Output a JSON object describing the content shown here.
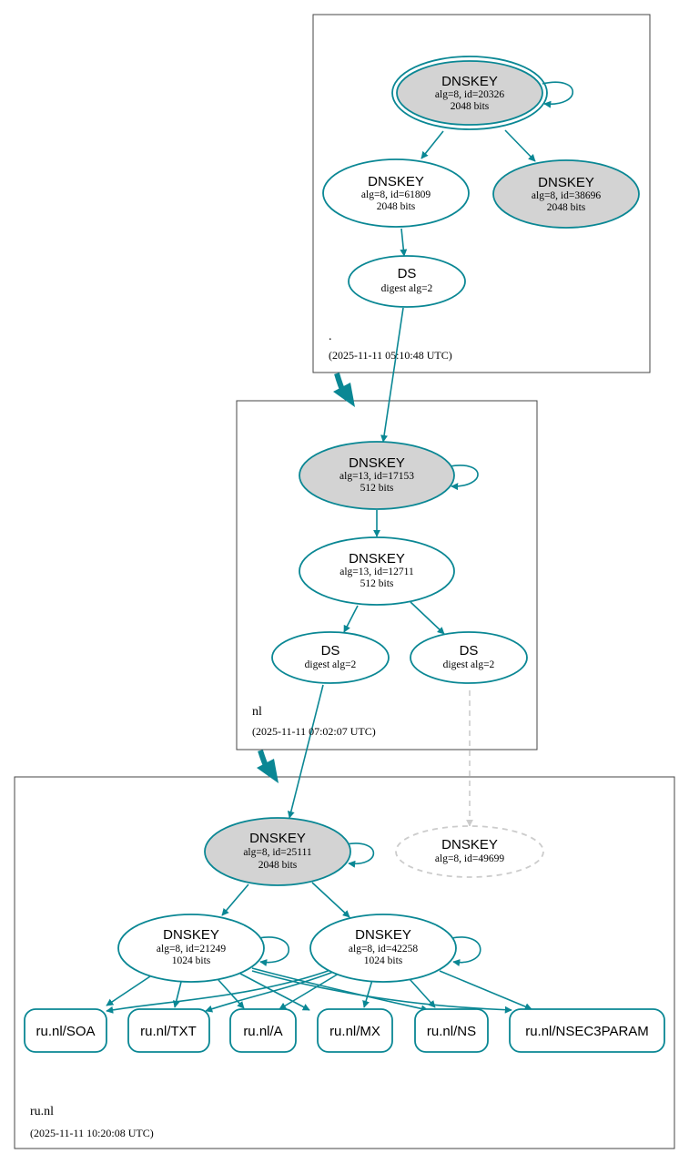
{
  "zones": {
    "root": {
      "name": ".",
      "timestamp": "(2025-11-11 05:10:48 UTC)"
    },
    "nl": {
      "name": "nl",
      "timestamp": "(2025-11-11 07:02:07 UTC)"
    },
    "runl": {
      "name": "ru.nl",
      "timestamp": "(2025-11-11 10:20:08 UTC)"
    }
  },
  "nodes": {
    "root_ksk": {
      "title": "DNSKEY",
      "line1": "alg=8, id=20326",
      "line2": "2048 bits"
    },
    "root_zsk": {
      "title": "DNSKEY",
      "line1": "alg=8, id=61809",
      "line2": "2048 bits"
    },
    "root_k2": {
      "title": "DNSKEY",
      "line1": "alg=8, id=38696",
      "line2": "2048 bits"
    },
    "root_ds": {
      "title": "DS",
      "line1": "digest alg=2"
    },
    "nl_ksk": {
      "title": "DNSKEY",
      "line1": "alg=13, id=17153",
      "line2": "512 bits"
    },
    "nl_zsk": {
      "title": "DNSKEY",
      "line1": "alg=13, id=12711",
      "line2": "512 bits"
    },
    "nl_ds1": {
      "title": "DS",
      "line1": "digest alg=2"
    },
    "nl_ds2": {
      "title": "DS",
      "line1": "digest alg=2"
    },
    "runl_ksk": {
      "title": "DNSKEY",
      "line1": "alg=8, id=25111",
      "line2": "2048 bits"
    },
    "runl_miss": {
      "title": "DNSKEY",
      "line1": "alg=8, id=49699"
    },
    "runl_zsk1": {
      "title": "DNSKEY",
      "line1": "alg=8, id=21249",
      "line2": "1024 bits"
    },
    "runl_zsk2": {
      "title": "DNSKEY",
      "line1": "alg=8, id=42258",
      "line2": "1024 bits"
    }
  },
  "rrsets": [
    "ru.nl/SOA",
    "ru.nl/TXT",
    "ru.nl/A",
    "ru.nl/MX",
    "ru.nl/NS",
    "ru.nl/NSEC3PARAM"
  ],
  "colors": {
    "edge": "#0a8794",
    "ksk_fill": "#d3d3d3",
    "missing": "#cccccc",
    "box": "#444444"
  }
}
